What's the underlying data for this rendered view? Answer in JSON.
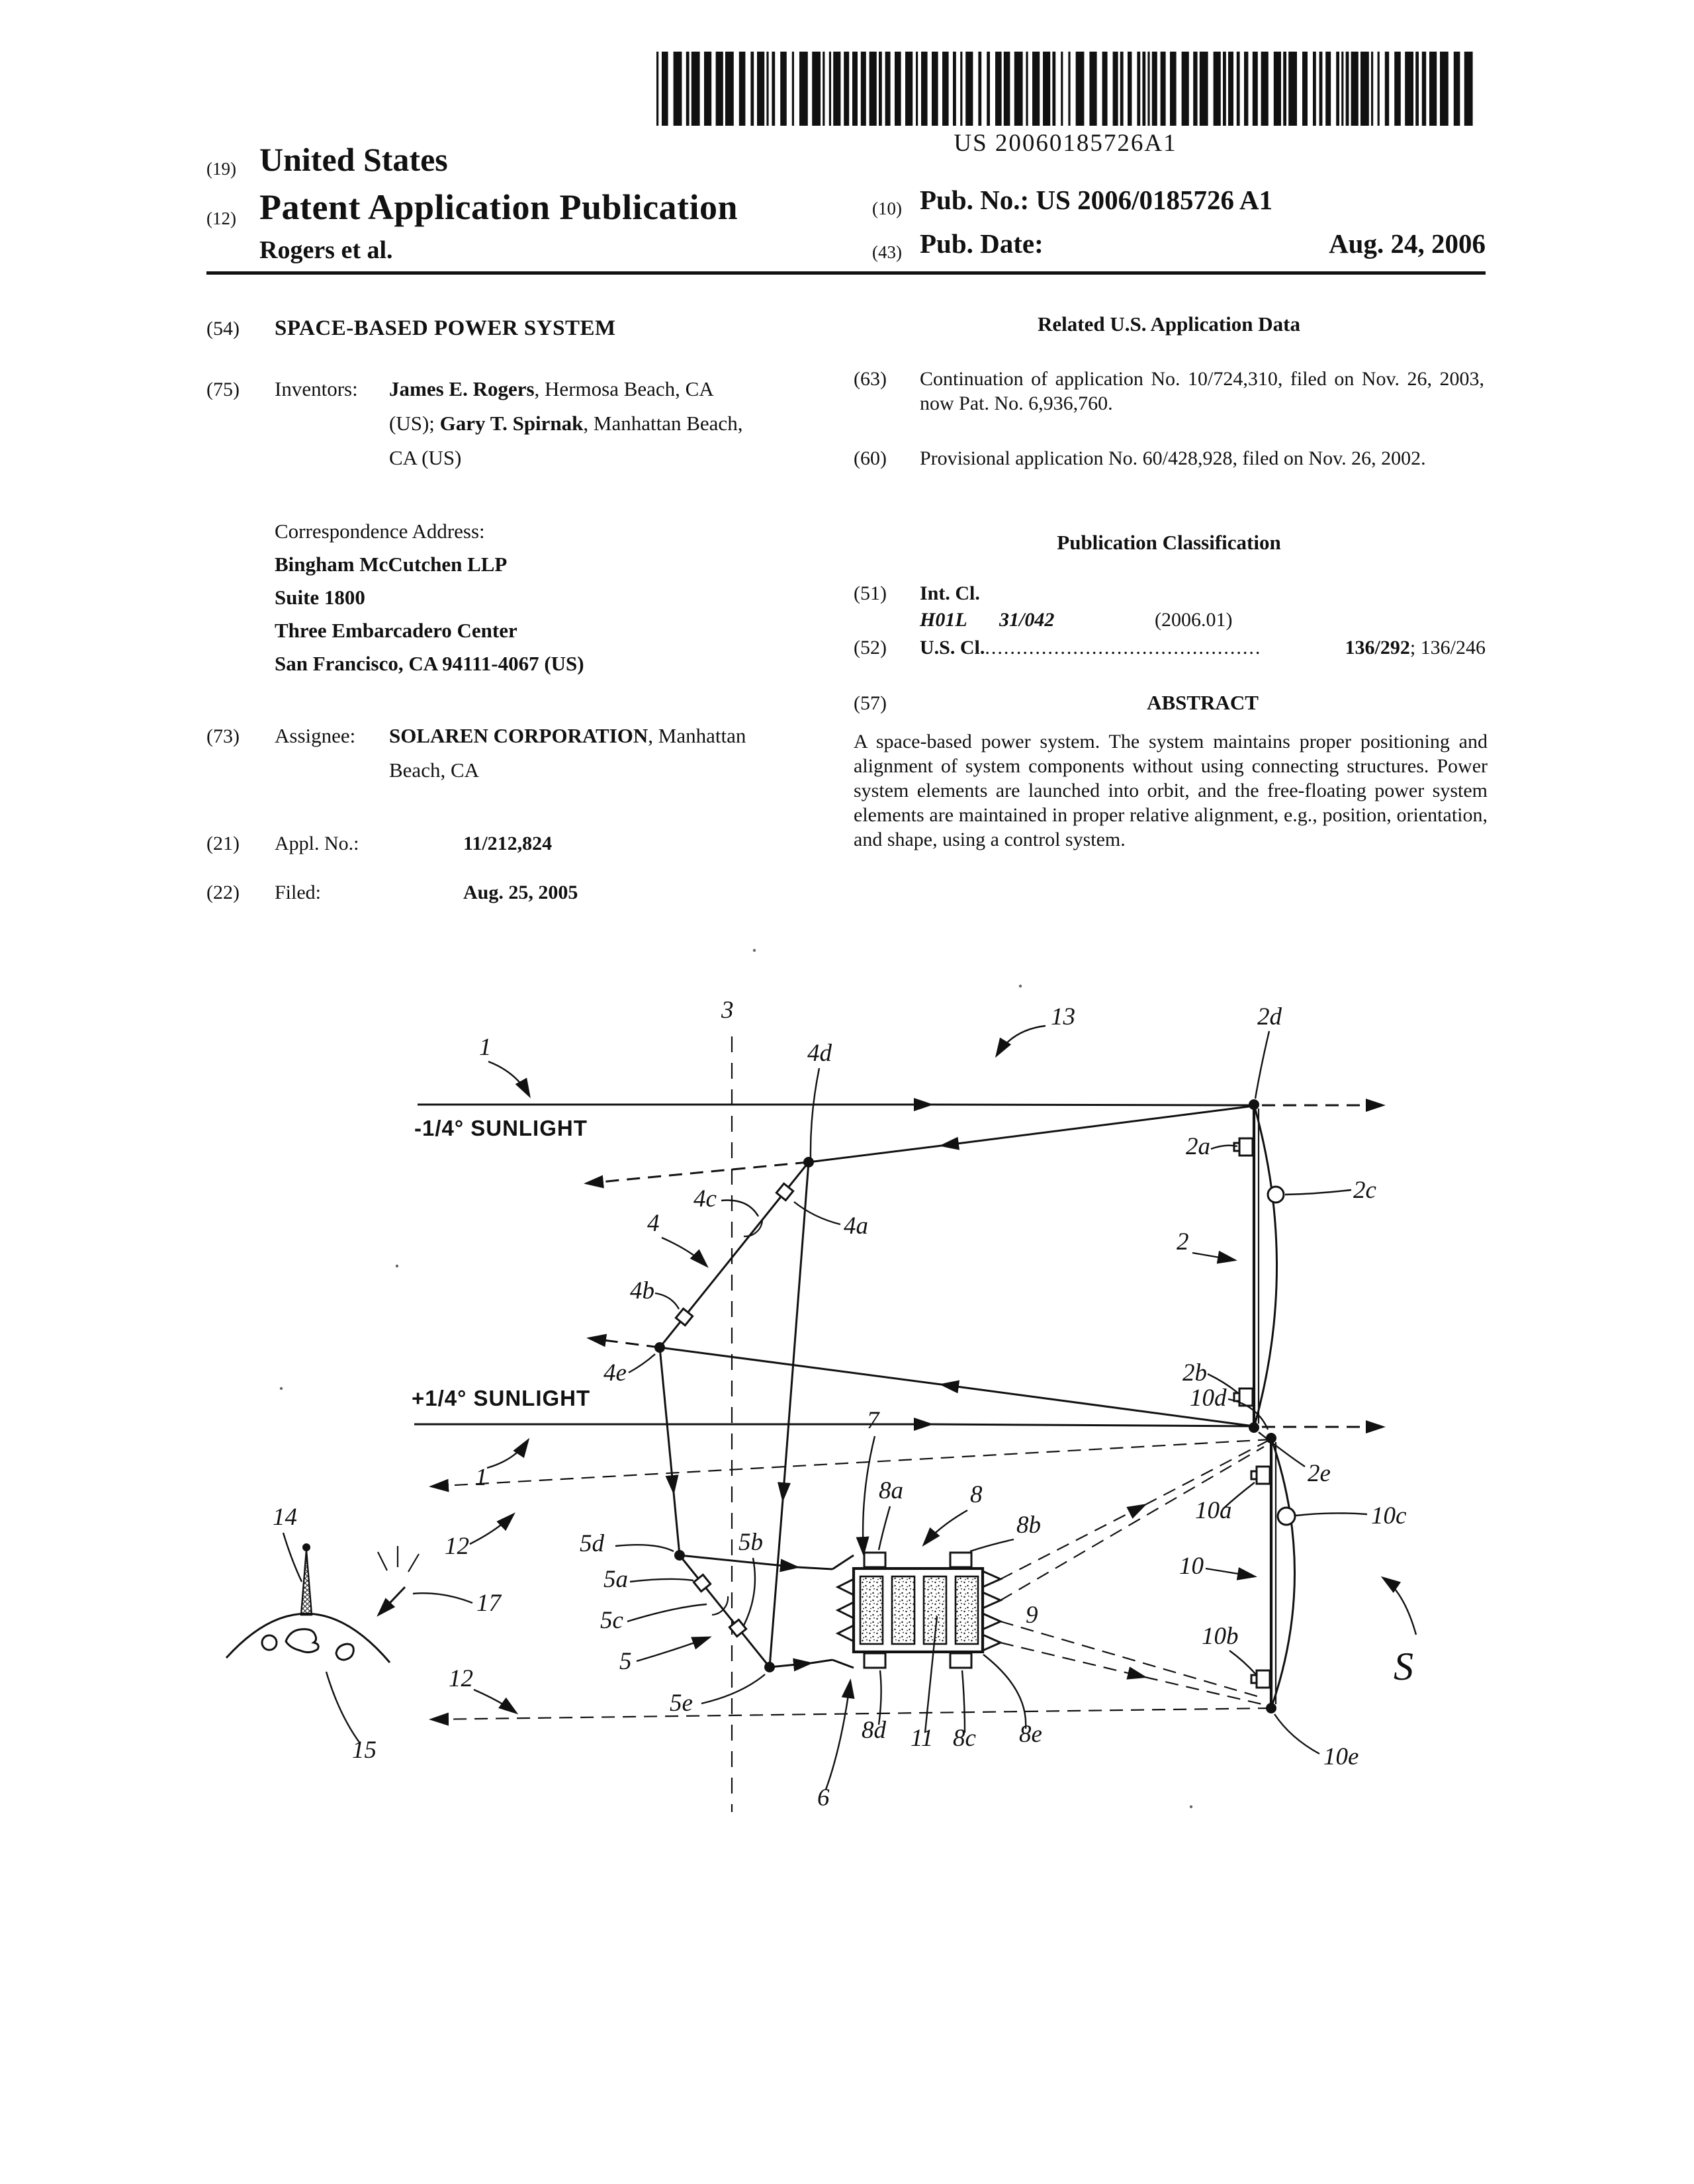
{
  "barcode": {
    "number": "US 20060185726A1"
  },
  "header": {
    "country_tag": "(19)",
    "country": "United States",
    "doc_tag": "(12)",
    "doc_type": "Patent Application Publication",
    "authors": "Rogers et al.",
    "pubno_tag": "(10)",
    "pubno_label": "Pub. No.:",
    "pubno": "US 2006/0185726 A1",
    "pubdate_tag": "(43)",
    "pubdate_label": "Pub. Date:",
    "pubdate": "Aug. 24, 2006"
  },
  "left": {
    "title_tag": "(54)",
    "title": "SPACE-BASED POWER SYSTEM",
    "inventors_tag": "(75)",
    "inventors_label": "Inventors:",
    "inventors": [
      {
        "name": "James E. Rogers",
        "rest": ", Hermosa Beach, CA (US); "
      },
      {
        "name": "Gary T. Spirnak",
        "rest": ", Manhattan Beach, CA (US)"
      }
    ],
    "correspondence": {
      "label": "Correspondence Address:",
      "lines": [
        "Bingham McCutchen LLP",
        "Suite 1800",
        "Three Embarcadero Center",
        "San Francisco, CA 94111-4067 (US)"
      ]
    },
    "assignee_tag": "(73)",
    "assignee_label": "Assignee:",
    "assignee_name": "SOLAREN CORPORATION",
    "assignee_rest": ", Manhattan Beach, CA",
    "applno_tag": "(21)",
    "applno_label": "Appl. No.:",
    "applno": "11/212,824",
    "filed_tag": "(22)",
    "filed_label": "Filed:",
    "filed": "Aug. 25, 2005"
  },
  "right": {
    "related_heading": "Related U.S. Application Data",
    "related": [
      {
        "tag": "(63)",
        "text": "Continuation of application No. 10/724,310, filed on Nov. 26, 2003, now Pat. No. 6,936,760."
      },
      {
        "tag": "(60)",
        "text": "Provisional application No. 60/428,928, filed on Nov. 26, 2002."
      }
    ],
    "classification_heading": "Publication Classification",
    "intcl_tag": "(51)",
    "intcl_label": "Int. Cl.",
    "intcl_class": "H01L",
    "intcl_sub": "31/042",
    "intcl_year": "(2006.01)",
    "uscl_tag": "(52)",
    "uscl_label": "U.S. Cl.",
    "uscl_dots": "............................................",
    "uscl_main": "136/292",
    "uscl_rest": "; 136/246",
    "abstract_tag": "(57)",
    "abstract_heading": "ABSTRACT",
    "abstract": "A space-based power system. The system maintains proper positioning and alignment of system components without using connecting structures. Power system elements are launched into orbit, and the free-floating power system elements are maintained in proper relative alignment, e.g., position, orientation, and shape, using a control system."
  },
  "figure": {
    "labels": {
      "n1": "1",
      "n3": "3",
      "n13": "13",
      "sun_minus": "-1/4° SUNLIGHT",
      "sun_plus": "+1/4° SUNLIGHT",
      "n2": "2",
      "n2a": "2a",
      "n2b": "2b",
      "n2c": "2c",
      "n2d": "2d",
      "n2e": "2e",
      "n4": "4",
      "n4a": "4a",
      "n4b": "4b",
      "n4c": "4c",
      "n4d": "4d",
      "n4e": "4e",
      "n5": "5",
      "n5a": "5a",
      "n5b": "5b",
      "n5c": "5c",
      "n5d": "5d",
      "n5e": "5e",
      "n6": "6",
      "n7": "7",
      "n8": "8",
      "n8a": "8a",
      "n8b": "8b",
      "n8c": "8c",
      "n8d": "8d",
      "n8e": "8e",
      "n9": "9",
      "n10": "10",
      "n10a": "10a",
      "n10b": "10b",
      "n10c": "10c",
      "n10d": "10d",
      "n10e": "10e",
      "n11": "11",
      "n12": "12",
      "n14": "14",
      "n15": "15",
      "n17": "17",
      "nS": "S"
    }
  }
}
